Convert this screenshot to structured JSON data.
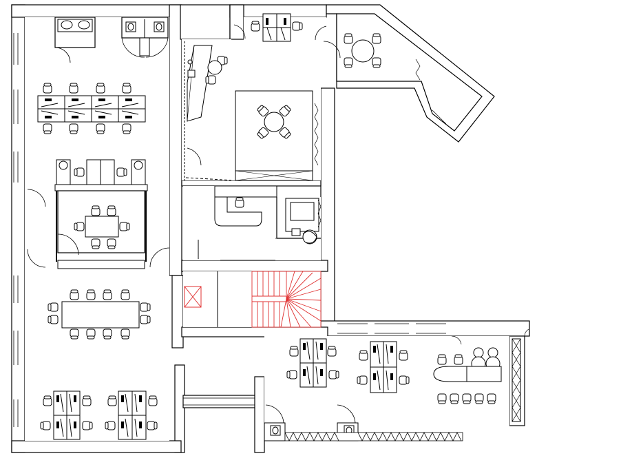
{
  "plan": {
    "type": "office floor plan",
    "line_color": "#000000",
    "wall_fill": "#e9e9e9",
    "stair_color": "#e03030",
    "background": "#ffffff"
  },
  "rooms": [
    {
      "id": "open-office-west",
      "furniture": [
        "desk-cluster-8",
        "planter-desk-row",
        "meeting-table-6",
        "conference-table-14",
        "desk-cluster-8",
        "desk-cluster-8"
      ]
    },
    {
      "id": "wc-block",
      "furniture": [
        "wc-fixtures",
        "wc-fixtures-2"
      ]
    },
    {
      "id": "kitchen",
      "furniture": [
        "counter",
        "round-table-2"
      ]
    },
    {
      "id": "meeting-room-center",
      "furniture": [
        "round-table-4"
      ]
    },
    {
      "id": "reception",
      "furniture": [
        "reception-desk"
      ]
    },
    {
      "id": "lounge",
      "furniture": [
        "armchair",
        "round-table"
      ]
    },
    {
      "id": "stairwell",
      "furniture": [
        "stair",
        "lift"
      ]
    },
    {
      "id": "office-north",
      "furniture": [
        "desk-pair-4"
      ]
    },
    {
      "id": "meeting-room-east",
      "furniture": [
        "round-table-4"
      ]
    },
    {
      "id": "open-office-south",
      "furniture": [
        "desk-cluster-6",
        "desk-cluster-6",
        "bar-counter"
      ]
    }
  ]
}
